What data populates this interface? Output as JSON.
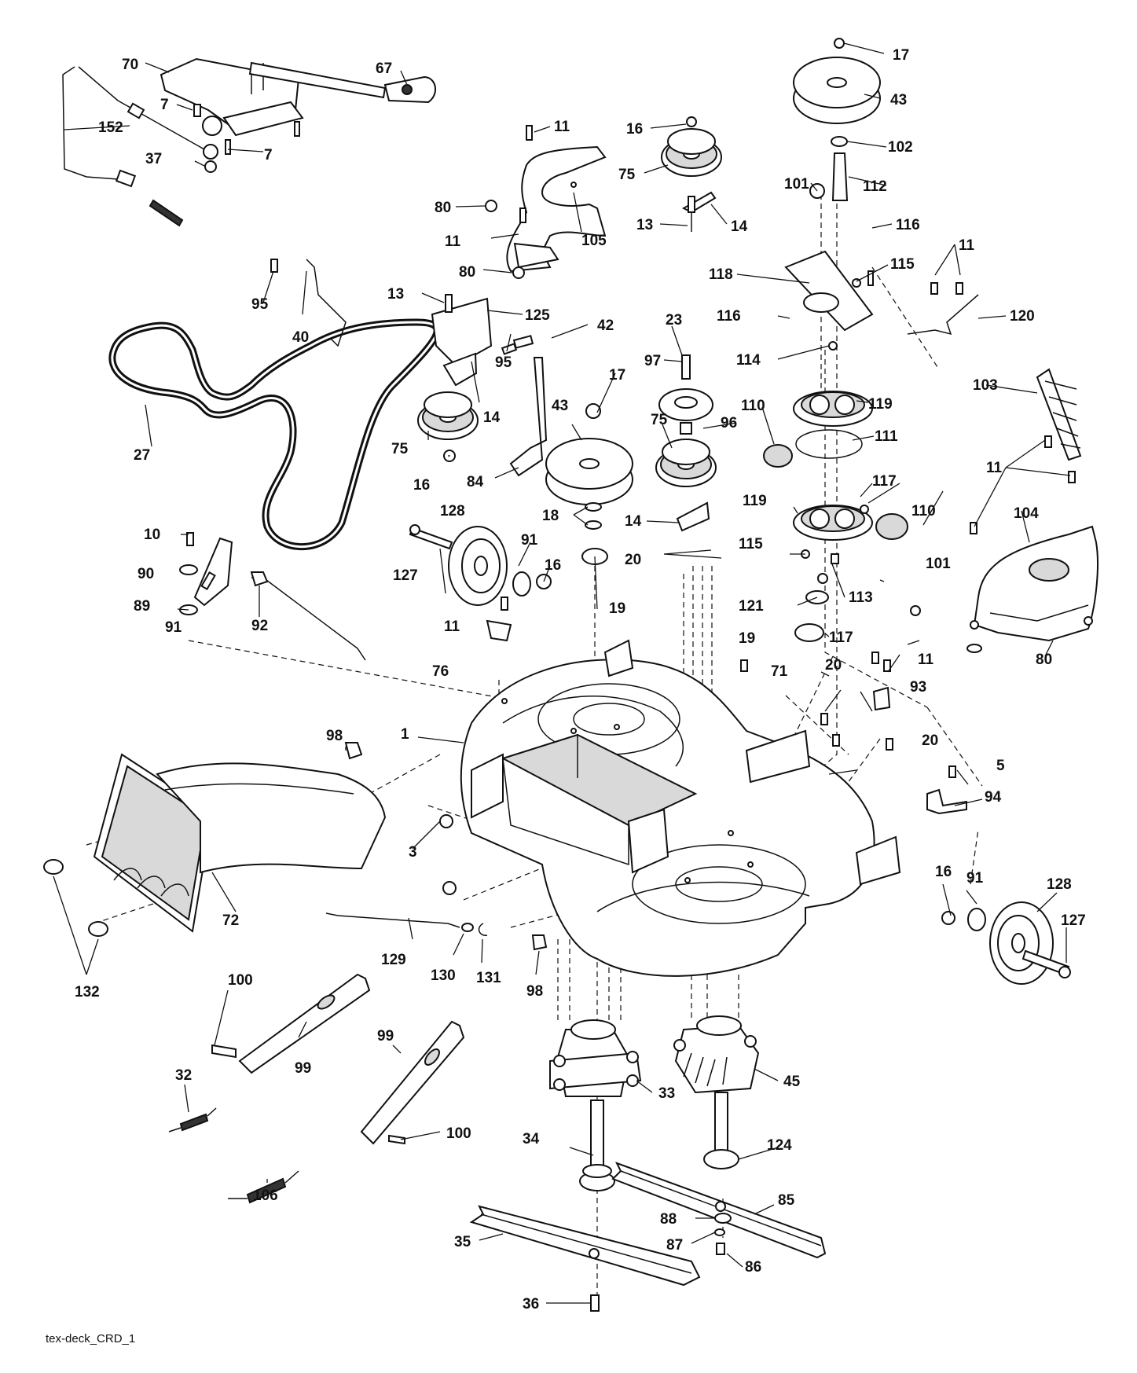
{
  "diagram_code": "tex-deck_CRD_1",
  "callouts": [
    {
      "id": "c70",
      "text": "70"
    },
    {
      "id": "c67",
      "text": "67"
    },
    {
      "id": "c7a",
      "text": "7"
    },
    {
      "id": "c7b",
      "text": "7"
    },
    {
      "id": "c152",
      "text": "152"
    },
    {
      "id": "c37",
      "text": "37"
    },
    {
      "id": "c11a",
      "text": "11"
    },
    {
      "id": "c80a",
      "text": "80"
    },
    {
      "id": "c11b",
      "text": "11"
    },
    {
      "id": "c105",
      "text": "105"
    },
    {
      "id": "c80b",
      "text": "80"
    },
    {
      "id": "c16a",
      "text": "16"
    },
    {
      "id": "c75a",
      "text": "75"
    },
    {
      "id": "c13a",
      "text": "13"
    },
    {
      "id": "c14a",
      "text": "14"
    },
    {
      "id": "c17a",
      "text": "17"
    },
    {
      "id": "c43a",
      "text": "43"
    },
    {
      "id": "c102",
      "text": "102"
    },
    {
      "id": "c101a",
      "text": "101"
    },
    {
      "id": "c112",
      "text": "112"
    },
    {
      "id": "c116a",
      "text": "116"
    },
    {
      "id": "c11c",
      "text": "11"
    },
    {
      "id": "c118",
      "text": "118"
    },
    {
      "id": "c115a",
      "text": "115"
    },
    {
      "id": "c116b",
      "text": "116"
    },
    {
      "id": "c120",
      "text": "120"
    },
    {
      "id": "c95a",
      "text": "95"
    },
    {
      "id": "c40",
      "text": "40"
    },
    {
      "id": "c13b",
      "text": "13"
    },
    {
      "id": "c125",
      "text": "125"
    },
    {
      "id": "c42",
      "text": "42"
    },
    {
      "id": "c23",
      "text": "23"
    },
    {
      "id": "c114",
      "text": "114"
    },
    {
      "id": "c95b",
      "text": "95"
    },
    {
      "id": "c97",
      "text": "97"
    },
    {
      "id": "c17b",
      "text": "17"
    },
    {
      "id": "c103",
      "text": "103"
    },
    {
      "id": "c14b",
      "text": "14"
    },
    {
      "id": "c110a",
      "text": "110"
    },
    {
      "id": "c119a",
      "text": "119"
    },
    {
      "id": "c27",
      "text": "27"
    },
    {
      "id": "c75b",
      "text": "75"
    },
    {
      "id": "c43b",
      "text": "43"
    },
    {
      "id": "c75c",
      "text": "75"
    },
    {
      "id": "c96",
      "text": "96"
    },
    {
      "id": "c111",
      "text": "111"
    },
    {
      "id": "c16b",
      "text": "16"
    },
    {
      "id": "c84",
      "text": "84"
    },
    {
      "id": "c11d",
      "text": "11"
    },
    {
      "id": "c117a",
      "text": "117"
    },
    {
      "id": "c128a",
      "text": "128"
    },
    {
      "id": "c119b",
      "text": "119"
    },
    {
      "id": "c110b",
      "text": "110"
    },
    {
      "id": "c104",
      "text": "104"
    },
    {
      "id": "c18",
      "text": "18"
    },
    {
      "id": "c14c",
      "text": "14"
    },
    {
      "id": "c10",
      "text": "10"
    },
    {
      "id": "c91a",
      "text": "91"
    },
    {
      "id": "c127a",
      "text": "127"
    },
    {
      "id": "c16c",
      "text": "16"
    },
    {
      "id": "c20a",
      "text": "20"
    },
    {
      "id": "c115b",
      "text": "115"
    },
    {
      "id": "c101b",
      "text": "101"
    },
    {
      "id": "c90",
      "text": "90"
    },
    {
      "id": "c89",
      "text": "89"
    },
    {
      "id": "c19a",
      "text": "19"
    },
    {
      "id": "c113",
      "text": "113"
    },
    {
      "id": "c121",
      "text": "121"
    },
    {
      "id": "c92",
      "text": "92"
    },
    {
      "id": "c91b",
      "text": "91"
    },
    {
      "id": "c11e",
      "text": "11"
    },
    {
      "id": "c19b",
      "text": "19"
    },
    {
      "id": "c117b",
      "text": "117"
    },
    {
      "id": "c76",
      "text": "76"
    },
    {
      "id": "c71",
      "text": "71"
    },
    {
      "id": "c11f",
      "text": "11"
    },
    {
      "id": "c80c",
      "text": "80"
    },
    {
      "id": "c20b",
      "text": "20"
    },
    {
      "id": "c93",
      "text": "93"
    },
    {
      "id": "c98a",
      "text": "98"
    },
    {
      "id": "c1",
      "text": "1"
    },
    {
      "id": "c20c",
      "text": "20"
    },
    {
      "id": "c5",
      "text": "5"
    },
    {
      "id": "c94",
      "text": "94"
    },
    {
      "id": "c3",
      "text": "3"
    },
    {
      "id": "c16d",
      "text": "16"
    },
    {
      "id": "c91c",
      "text": "91"
    },
    {
      "id": "c128b",
      "text": "128"
    },
    {
      "id": "c72",
      "text": "72"
    },
    {
      "id": "c127b",
      "text": "127"
    },
    {
      "id": "c129",
      "text": "129"
    },
    {
      "id": "c130",
      "text": "130"
    },
    {
      "id": "c131",
      "text": "131"
    },
    {
      "id": "c98b",
      "text": "98"
    },
    {
      "id": "c132",
      "text": "132"
    },
    {
      "id": "c100a",
      "text": "100"
    },
    {
      "id": "c99a",
      "text": "99"
    },
    {
      "id": "c99b",
      "text": "99"
    },
    {
      "id": "c33",
      "text": "33"
    },
    {
      "id": "c45",
      "text": "45"
    },
    {
      "id": "c32",
      "text": "32"
    },
    {
      "id": "c100b",
      "text": "100"
    },
    {
      "id": "c34",
      "text": "34"
    },
    {
      "id": "c124",
      "text": "124"
    },
    {
      "id": "c106",
      "text": "106"
    },
    {
      "id": "c85",
      "text": "85"
    },
    {
      "id": "c88",
      "text": "88"
    },
    {
      "id": "c35",
      "text": "35"
    },
    {
      "id": "c87",
      "text": "87"
    },
    {
      "id": "c86",
      "text": "86"
    },
    {
      "id": "c36",
      "text": "36"
    }
  ]
}
